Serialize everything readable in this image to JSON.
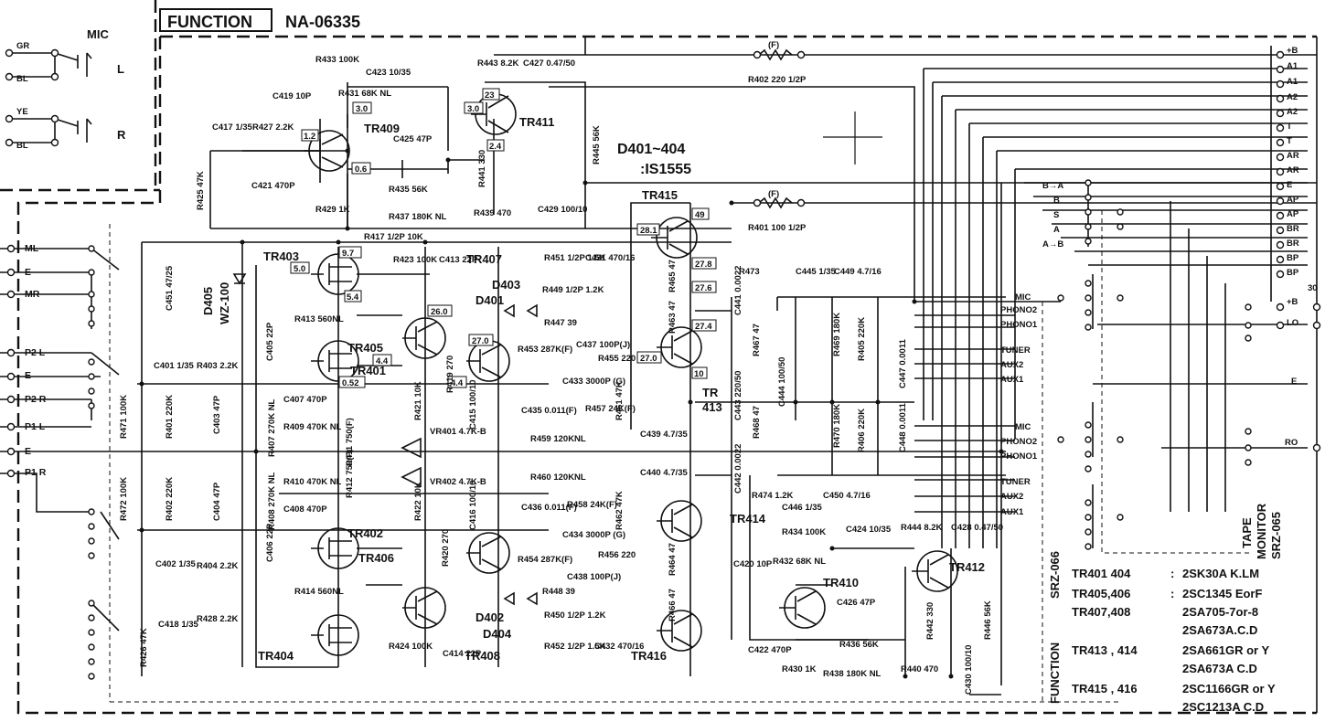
{
  "header": {
    "function_box": "FUNCTION",
    "model": "NA-06335"
  },
  "mic_box": {
    "title": "MIC",
    "ch_l": "L",
    "ch_r": "R",
    "wires": [
      "GR",
      "BL",
      "YE",
      "BL"
    ]
  },
  "diode_note": {
    "line1": "D401~404",
    "line2": ":IS1555"
  },
  "board_labels": {
    "srz066": "SRZ-066",
    "function": "FUNCTION",
    "tape_monitor": [
      "TAPE",
      "MONITOR",
      "SRZ-065"
    ],
    "jp30": "30"
  },
  "right_terminals": [
    "+B",
    "A1",
    "A1",
    "A2",
    "A2",
    "T",
    "T",
    "AR",
    "AR",
    "E",
    "AP",
    "AP",
    "BR",
    "BR",
    "BP",
    "BP",
    "+B",
    "LO",
    "E",
    "RO"
  ],
  "left_terminals": [
    "ML",
    "E",
    "MR",
    "P2 L",
    "E",
    "P2 R",
    "P1 L",
    "E",
    "P1 R"
  ],
  "selector_labels": [
    "B→A",
    "B",
    "S",
    "A",
    "A→B"
  ],
  "input_labels_top": [
    "MIC",
    "PHONO2",
    "PHONO1",
    "TUNER",
    "AUX2",
    "AUX1"
  ],
  "input_labels_bottom": [
    "MIC",
    "PHONO2",
    "PHONO1",
    "TUNER",
    "AUX2",
    "AUX1"
  ],
  "transistors": {
    "TR401": "TR401",
    "TR402": "TR402",
    "TR403": "TR403",
    "TR404": "TR404",
    "TR405": "TR405",
    "TR406": "TR406",
    "TR407": "TR407",
    "TR408": "TR408",
    "TR409": "TR409",
    "TR410": "TR410",
    "TR411": "TR411",
    "TR412": "TR412",
    "TR413a": "TR",
    "TR413b": "413",
    "TR414": "TR414",
    "TR415": "TR415",
    "TR416": "TR416"
  },
  "diodes": {
    "D401": "D401",
    "D402": "D402",
    "D403": "D403",
    "D404": "D404",
    "D405": "D405",
    "WZ100": "WZ-100"
  },
  "voltages": {
    "v97": "9.7",
    "v50": "5.0",
    "v54": "5.4",
    "v052": "0.52",
    "v44a": "4.4",
    "v44b": "4.4",
    "v260": "26.0",
    "v270a": "27.0",
    "v270b": "27.0",
    "v281": "28.1",
    "v49": "49",
    "v278": "27.8",
    "v276": "27.6",
    "v274": "27.4",
    "v10": "10",
    "v30a": "3.0",
    "v30b": "3.0",
    "v12": "1.2",
    "v06": "0.6",
    "v23": "23",
    "v24": "2.4"
  },
  "resistors": [
    "R433 100K",
    "R431 68K NL",
    "R427 2.2K",
    "R425 47K",
    "R429 1K",
    "R435 56K",
    "R437 180K NL",
    "R439 470",
    "R441 330",
    "R443 8.2K",
    "R445 56K",
    "R402 220 1/2P",
    "R401 100 1/2P",
    "R417 1/2P 10K",
    "R423 100K",
    "R413 560NL",
    "R419 270",
    "R421 10K",
    "R407 270K NL",
    "R409 470K NL",
    "R411 750(F)",
    "R408 270K NL",
    "R410 470K NL",
    "R412 750(F)",
    "R422 10K",
    "R420 270",
    "R414 560NL",
    "R424 100K",
    "R403 2.2K",
    "R401 220K",
    "R402 220K",
    "R404 2.2K",
    "R471 100K",
    "R472 100K",
    "R426 47K",
    "R428 2.2K",
    "R451 1/2P 1.5K",
    "R449 1/2P 1.2K",
    "R447 39",
    "R453 287K(F)",
    "R455 220",
    "R457 24K(F)",
    "R461 47K",
    "R459 120KNL",
    "R460 120KNL",
    "R458 24K(F)",
    "R462 47K",
    "R454 287K(F)",
    "R456 220",
    "R448 39",
    "R450 1/2P 1.2K",
    "R452 1/2P 1.5K",
    "R465 47",
    "R463 47",
    "R464 47",
    "R466 47",
    "R473",
    "R467 47",
    "R468 47",
    "R474 1.2K",
    "R469 180K",
    "R405 220K",
    "R470 180K",
    "R406 220K",
    "R434 100K",
    "R432 68K NL",
    "R444 8.2K",
    "R436 56K",
    "R438 180K NL",
    "R430 1K",
    "R440 470",
    "R442 330",
    "R446 56K"
  ],
  "capacitors": [
    "C423 10/35",
    "C427 0.47/50",
    "C419 10P",
    "C417 1/35",
    "C425 47P",
    "C421 470P",
    "C429 100/10",
    "C413 22P",
    "C451 47/25",
    "C405 22P",
    "C407 470P",
    "C403 47P",
    "C401 1/35",
    "C404 47P",
    "C408 470P",
    "C406 22P",
    "C402 1/35",
    "C418 1/35",
    "C414 22P",
    "C431 470/16",
    "C437 100P(J)",
    "C433 3000P (G)",
    "C435 0.011(F)",
    "C415 100/10",
    "C439 4.7/35",
    "C440 4.7/35",
    "C436 0.011(F)",
    "C434 3000P (G)",
    "C438 100P(J)",
    "C416 100/10",
    "C432 470/16",
    "C441 0.0022",
    "C443 220/50",
    "C444 100/50",
    "C445 1/35",
    "C449 4.7/16",
    "C447 0.0011",
    "C448 0.0011",
    "C442 0.0022",
    "C446 1/35",
    "C450 4.7/16",
    "C424 10/35",
    "C428 0.47/50",
    "C420 10P",
    "C426 47P",
    "C422 470P",
    "C430 100/10"
  ],
  "pots": [
    "VR401 4.7K-B",
    "VR402 4.7K-B"
  ],
  "fuses": [
    "(F)",
    "(F)"
  ],
  "parts_table": [
    {
      "ref": "TR401 404",
      "sep": ":",
      "part": "2SK30A K.LM"
    },
    {
      "ref": "TR405,406",
      "sep": ":",
      "part": "2SC1345 EorF"
    },
    {
      "ref": "TR407,408",
      "sep": "",
      "part": "2SA705-7or-8"
    },
    {
      "ref": "",
      "sep": "",
      "part": "2SA673A.C.D"
    },
    {
      "ref": "TR413 , 414",
      "sep": "",
      "part": "2SA661GR or Y"
    },
    {
      "ref": "",
      "sep": "",
      "part": "2SA673A C.D"
    },
    {
      "ref": "TR415 , 416",
      "sep": "",
      "part": "2SC1166GR or Y"
    },
    {
      "ref": "",
      "sep": "",
      "part": "2SC1213A C.D"
    }
  ]
}
